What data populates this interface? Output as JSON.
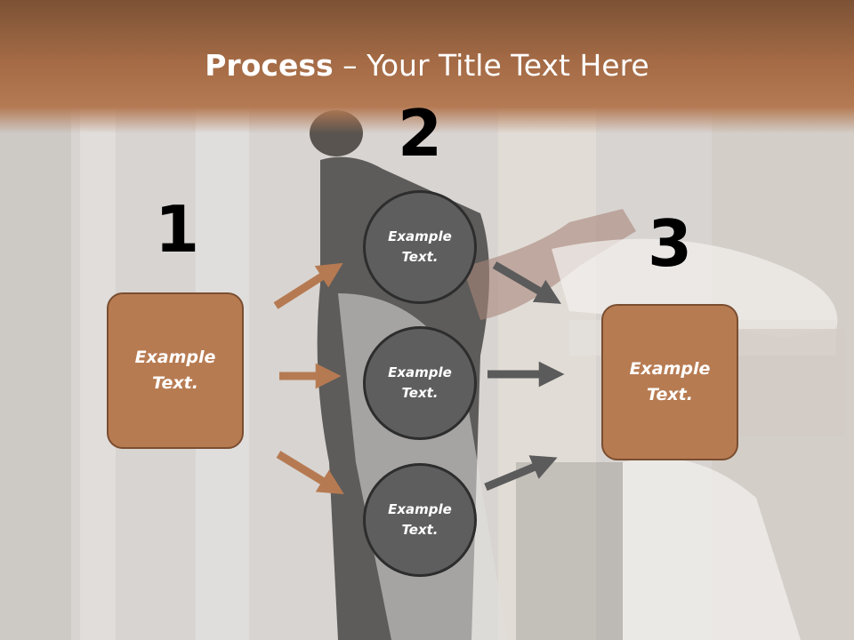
{
  "title": {
    "bold": "Process",
    "rest": " – Your Title Text Here"
  },
  "steps": [
    {
      "number": "1",
      "text": "Example\nText."
    },
    {
      "number": "2",
      "items": [
        "Example\nText.",
        "Example\nText.",
        "Example\nText."
      ]
    },
    {
      "number": "3",
      "text": "Example\nText."
    }
  ],
  "colors": {
    "title_band": "#a36a45",
    "box_fill": "#b77b52",
    "box_border": "#7a4e30",
    "circle_fill": "#5e5e5e",
    "circle_border": "#2d2d2d",
    "arrow_left": "#b67a52",
    "arrow_right": "#5b5b5b"
  }
}
